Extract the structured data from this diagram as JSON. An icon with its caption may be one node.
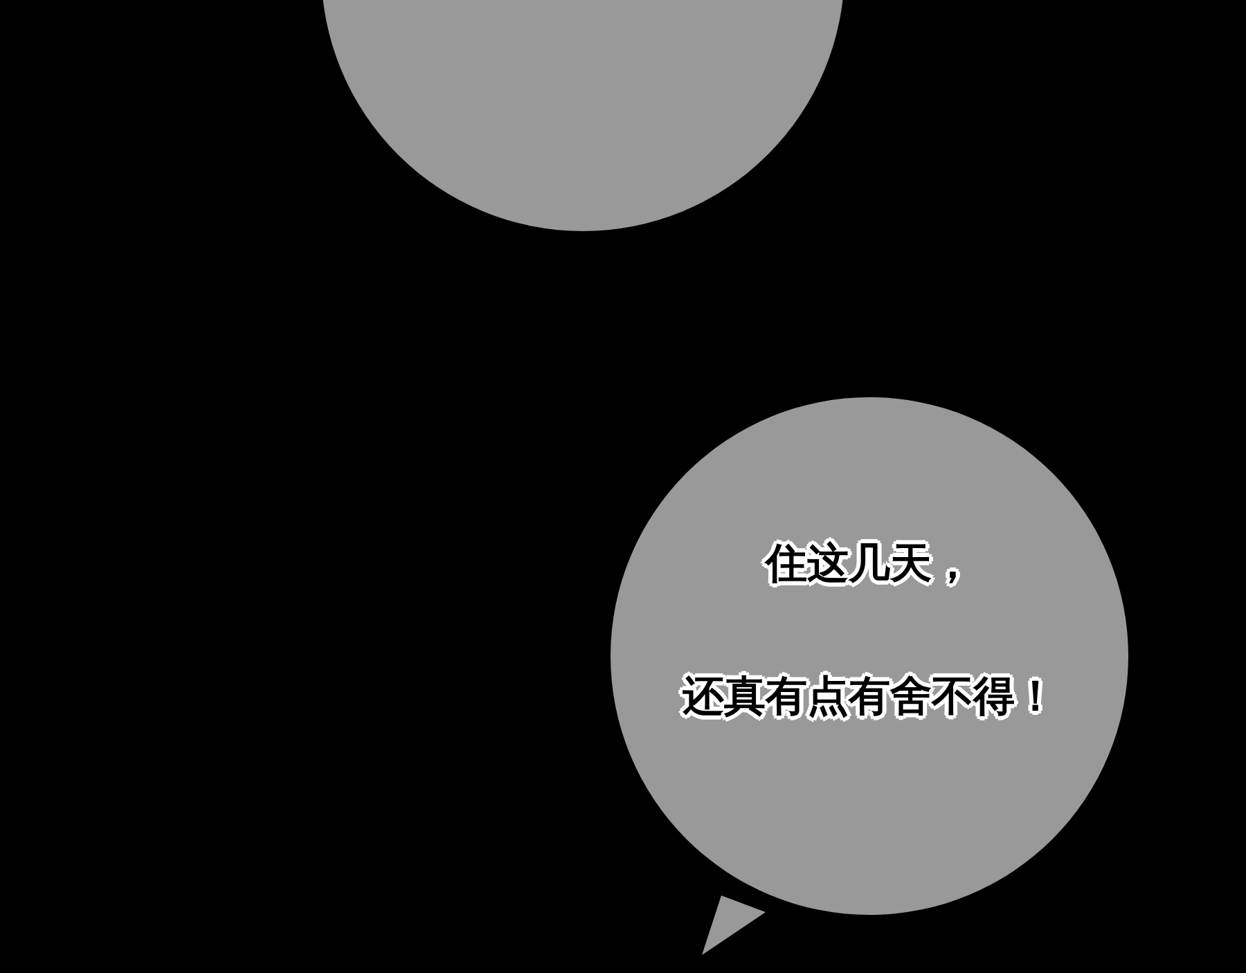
{
  "diagram": {
    "nodes": [
      {
        "text": [],
        "shape": "circle"
      },
      {
        "text": [
          "住这几天，",
          "还真有点有舍不得！"
        ]
      }
    ]
  }
}
